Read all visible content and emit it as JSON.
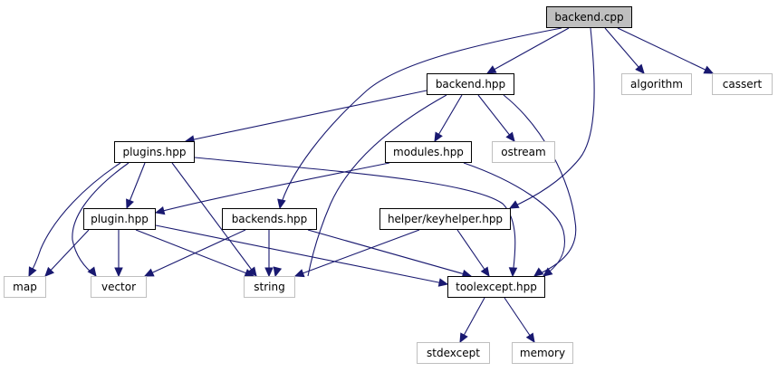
{
  "diagram": {
    "colors": {
      "edge": "#191970",
      "root_fill": "#bfbfbf",
      "external_border": "#bfbfbf",
      "node_border": "#000000"
    },
    "nodes": {
      "backend_cpp": "backend.cpp",
      "backend_hpp": "backend.hpp",
      "algorithm": "algorithm",
      "cassert": "cassert",
      "plugins_hpp": "plugins.hpp",
      "modules_hpp": "modules.hpp",
      "ostream": "ostream",
      "plugin_hpp": "plugin.hpp",
      "backends_hpp": "backends.hpp",
      "keyhelper_hpp": "helper/keyhelper.hpp",
      "map": "map",
      "vector": "vector",
      "string": "string",
      "toolexcept_hpp": "toolexcept.hpp",
      "stdexcept": "stdexcept",
      "memory": "memory"
    },
    "edges": [
      [
        "backend_cpp",
        "backend_hpp"
      ],
      [
        "backend_cpp",
        "algorithm"
      ],
      [
        "backend_cpp",
        "cassert"
      ],
      [
        "backend_cpp",
        "backends_hpp"
      ],
      [
        "backend_cpp",
        "keyhelper_hpp"
      ],
      [
        "backend_hpp",
        "plugins_hpp"
      ],
      [
        "backend_hpp",
        "modules_hpp"
      ],
      [
        "backend_hpp",
        "ostream"
      ],
      [
        "backend_hpp",
        "string"
      ],
      [
        "backend_hpp",
        "toolexcept_hpp"
      ],
      [
        "plugins_hpp",
        "plugin_hpp"
      ],
      [
        "plugins_hpp",
        "map"
      ],
      [
        "plugins_hpp",
        "vector"
      ],
      [
        "plugins_hpp",
        "string"
      ],
      [
        "plugins_hpp",
        "toolexcept_hpp"
      ],
      [
        "modules_hpp",
        "plugin_hpp"
      ],
      [
        "modules_hpp",
        "toolexcept_hpp"
      ],
      [
        "plugin_hpp",
        "map"
      ],
      [
        "plugin_hpp",
        "vector"
      ],
      [
        "plugin_hpp",
        "string"
      ],
      [
        "plugin_hpp",
        "toolexcept_hpp"
      ],
      [
        "backends_hpp",
        "vector"
      ],
      [
        "backends_hpp",
        "string"
      ],
      [
        "backends_hpp",
        "toolexcept_hpp"
      ],
      [
        "keyhelper_hpp",
        "string"
      ],
      [
        "keyhelper_hpp",
        "toolexcept_hpp"
      ],
      [
        "toolexcept_hpp",
        "stdexcept"
      ],
      [
        "toolexcept_hpp",
        "memory"
      ]
    ]
  }
}
